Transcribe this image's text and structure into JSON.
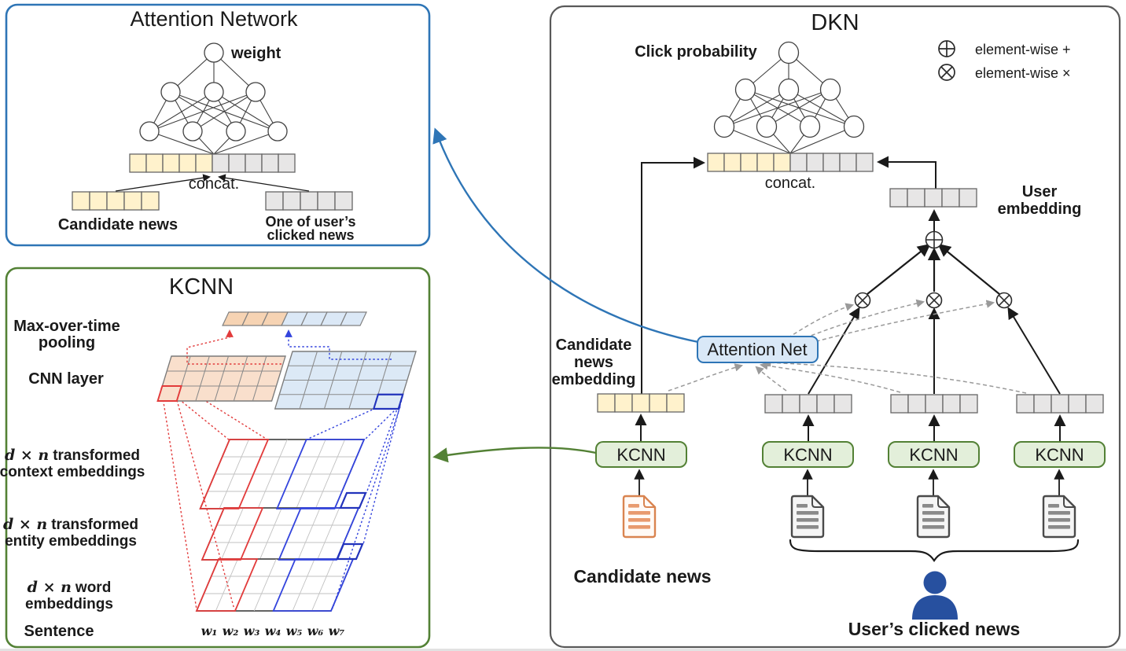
{
  "colors": {
    "accent_blue": "#2E75B6",
    "accent_green": "#538135",
    "panel_gray": "#595959",
    "title_gray": "#808080",
    "concat_gray": "#A6A6A6",
    "cell_yellow": "#FFF2CC",
    "cell_gray": "#E7E6E6",
    "pooled_orange": "#F6D3B3",
    "pooled_blue": "#DBE8F6",
    "cnn_orange": "#F9DFCC",
    "cnn_blue": "#DCE9F6",
    "attention_net_fill": "#D9E8F7",
    "kcnn_box_fill": "#E3EFDA",
    "doc_orange": "#D98450",
    "doc_stripe_orange": "#E89A6E",
    "doc_gray": "#4A4A4A",
    "doc_stripe_gray": "#8A8A8A",
    "person_blue": "#27509F",
    "highlight_red": "#E23B3B",
    "highlight_blue": "#2233BB"
  },
  "attention_panel": {
    "title": "Attention Network",
    "weight_label": "weight",
    "concat_label": "concat.",
    "candidate_vector_label": "Candidate news",
    "clicked_vector_label_line1": "One of user’s",
    "clicked_vector_label_line2": "clicked news"
  },
  "kcnn_panel": {
    "title": "KCNN",
    "pooling_label_line1": "Max-over-time",
    "pooling_label_line2": "pooling",
    "cnn_layer_label": "CNN layer",
    "context_label_math": "d × n",
    "context_label_line1": "transformed",
    "context_label_line2": "context embeddings",
    "entity_label_math": "d × n",
    "entity_label_line1": "transformed",
    "entity_label_line2": "entity embeddings",
    "word_label_math": "d × n",
    "word_label_line1": "word",
    "word_label_line2": "embeddings",
    "sentence_label": "Sentence",
    "words": [
      "w₁",
      "w₂",
      "w₃",
      "w₄",
      "w₅",
      "w₆",
      "w₇"
    ]
  },
  "dkn_panel": {
    "title": "DKN",
    "click_probability_label": "Click probability",
    "legend": [
      {
        "symbol": "element-wise-plus-icon",
        "label": "element-wise +"
      },
      {
        "symbol": "element-wise-times-icon",
        "label": "element-wise ×"
      }
    ],
    "concat_label": "concat.",
    "user_embedding_label_line1": "User",
    "user_embedding_label_line2": "embedding",
    "candidate_embedding_label_line1": "Candidate",
    "candidate_embedding_label_line2": "news",
    "candidate_embedding_label_line3": "embedding",
    "attention_net_label": "Attention Net",
    "kcnn_box_labels": [
      "KCNN",
      "KCNN",
      "KCNN",
      "KCNN"
    ],
    "candidate_news_label": "Candidate news",
    "users_clicked_news_label": "User’s clicked news"
  }
}
